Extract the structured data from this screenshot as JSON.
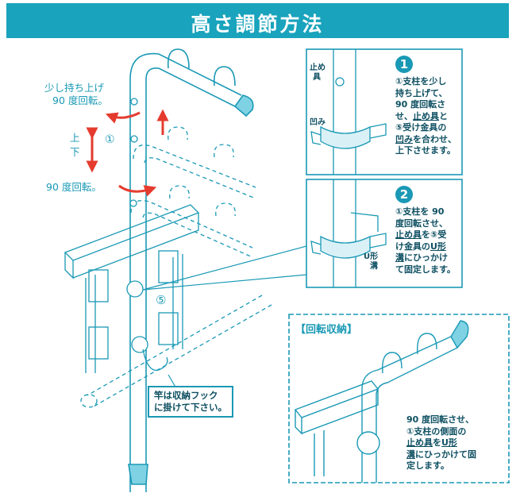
{
  "header": {
    "title": "高さ調節方法"
  },
  "labels": {
    "lift_rotate_1": "少し持ち上げ",
    "lift_rotate_2": "90 度回転。",
    "up": "上",
    "down": "下",
    "rotate90": "90 度回転。",
    "part1": "①",
    "part5": "⑤"
  },
  "panel1": {
    "number": "1",
    "stopper_1": "止め",
    "stopper_2": "具",
    "notch": "凹み",
    "line1": "①支柱を少し",
    "line2": "持ち上げて、",
    "line3": "90 度回転さ",
    "line4_pre": "せ、",
    "line4_u": "止め具",
    "line4_post": "と",
    "line5_pre": "⑤受け金具の",
    "line6_u": "凹み",
    "line6_post": "を合わせ、",
    "line7": "上下させます。"
  },
  "panel2": {
    "number": "2",
    "ugroove_1": "U形",
    "ugroove_2": "溝",
    "line1": "①支柱を 90",
    "line2": "度回転させ、",
    "line3_u": "止め具",
    "line3_post": "を⑤受",
    "line4": "け金具の",
    "line4_u": "U形",
    "line5_u": "溝",
    "line5_post": "にひっかけ",
    "line6": "て固定します。"
  },
  "hook_note": {
    "line1": "竿は収納フック",
    "line2": "に掛けて下さい。"
  },
  "storage": {
    "title": "【回転収納】",
    "line1": "90 度回転させ、",
    "line2": "①支柱の側面の",
    "line3_u": "止め具",
    "line3_mid": "を",
    "line3_u2": "U形",
    "line4_u": "溝",
    "line4_post": "にひっかけて固",
    "line5": "定します。"
  },
  "colors": {
    "accent": "#1a99b5",
    "banner": "#1aa3bd",
    "arrow": "#e53b2e",
    "text_dark": "#0d4f61"
  }
}
